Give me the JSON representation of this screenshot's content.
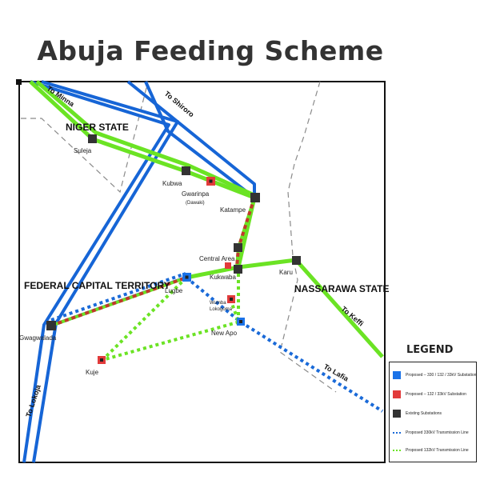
{
  "title": "Abuja Feeding Scheme",
  "colors": {
    "existing_line": "#6be324",
    "line_360": "#1665d6",
    "proposed_330kv": "#1a6ad8",
    "proposed_132kv": "#6be324",
    "combined_dash": "#c0392b",
    "existing_substation": "#333333",
    "proposed_132_substation": "#e23b3b",
    "proposed_330_substation": "#1a72e8",
    "boundary": "#8a8a8a"
  },
  "regions": {
    "niger": "NIGER STATE",
    "fct": "FEDERAL CAPITAL TERRITORY",
    "nassarawa": "NASSARAWA STATE"
  },
  "routes": {
    "minna": "To Minna",
    "shiroro": "To Shiroro",
    "lokoja": "To Lokoja",
    "keffi": "To Keffi",
    "lafia": "To Lafia"
  },
  "places": {
    "suleja": "Suleja",
    "kubwa": "Kubwa",
    "gwarinpa": "Gwarinpa",
    "dawaki": "(Dawaki)",
    "katampe": "Katampe",
    "central_area": "Central Area",
    "kukwaba": "Kukwaba",
    "karu": "Karu",
    "lugbe": "Lugbe",
    "wumba": "Wumba",
    "lokogoma": "Lokogoma",
    "new_apo": "New Apo",
    "gwagwalada": "Gwagwalada",
    "kuje": "Kuje"
  },
  "legend": {
    "title": "LEGEND",
    "items": [
      {
        "label": "Proposed – 330 / 132 / 33kV Substation",
        "kind": "square",
        "color": "#1a72e8"
      },
      {
        "label": "Proposed – 132 / 33kV Substation",
        "kind": "square",
        "color": "#e23b3b"
      },
      {
        "label": "Existing Substations",
        "kind": "square",
        "color": "#333333"
      },
      {
        "label": "Proposed 330kV Transmission Line",
        "kind": "dots",
        "color": "#1a6ad8"
      },
      {
        "label": "Proposed 132kV Transmission Line",
        "kind": "dots",
        "color": "#6be324"
      }
    ]
  }
}
